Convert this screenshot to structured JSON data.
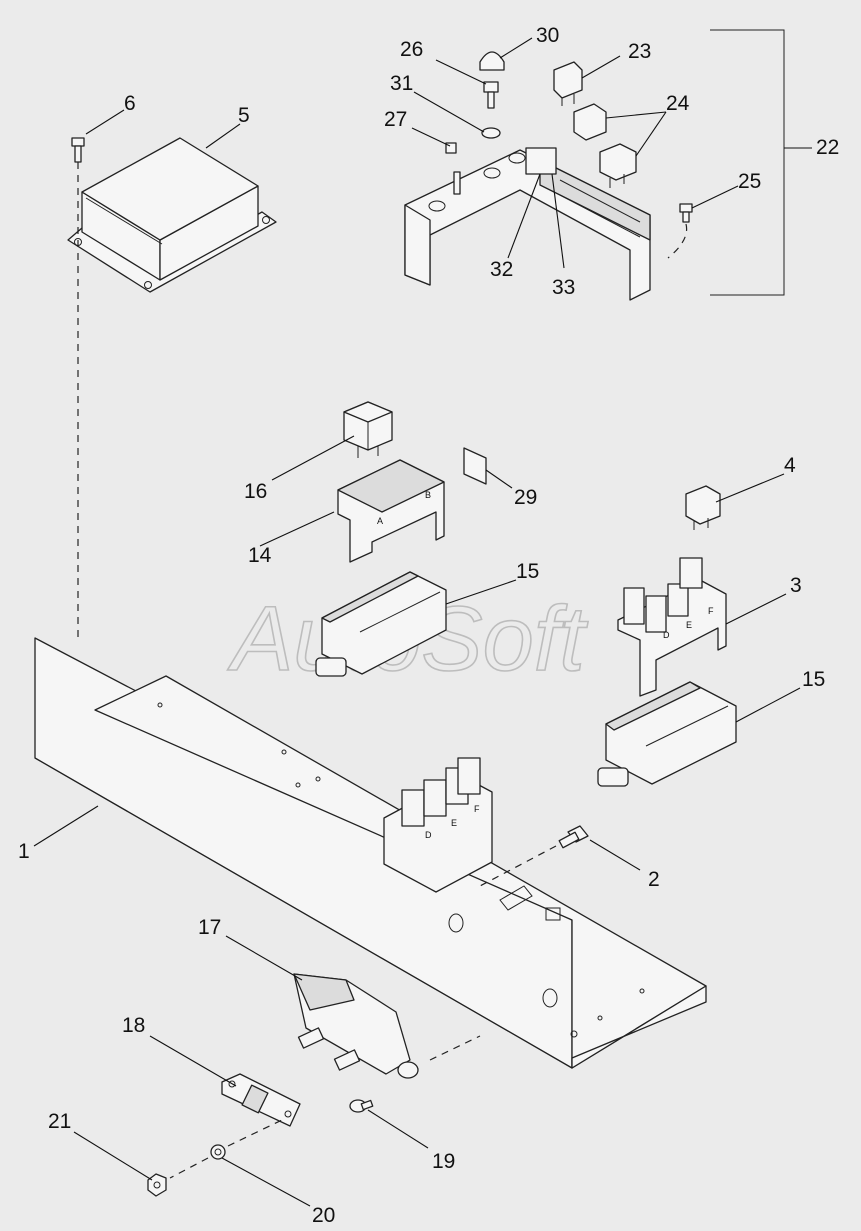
{
  "watermark": "AutoSoft",
  "callouts": [
    {
      "id": "c1",
      "label": "1"
    },
    {
      "id": "c2",
      "label": "2"
    },
    {
      "id": "c3",
      "label": "3"
    },
    {
      "id": "c4",
      "label": "4"
    },
    {
      "id": "c5",
      "label": "5"
    },
    {
      "id": "c6",
      "label": "6"
    },
    {
      "id": "c14",
      "label": "14"
    },
    {
      "id": "c15a",
      "label": "15"
    },
    {
      "id": "c15b",
      "label": "15"
    },
    {
      "id": "c16",
      "label": "16"
    },
    {
      "id": "c17",
      "label": "17"
    },
    {
      "id": "c18",
      "label": "18"
    },
    {
      "id": "c19",
      "label": "19"
    },
    {
      "id": "c20",
      "label": "20"
    },
    {
      "id": "c21",
      "label": "21"
    },
    {
      "id": "c22",
      "label": "22"
    },
    {
      "id": "c23",
      "label": "23"
    },
    {
      "id": "c24",
      "label": "24"
    },
    {
      "id": "c25",
      "label": "25"
    },
    {
      "id": "c26",
      "label": "26"
    },
    {
      "id": "c27",
      "label": "27"
    },
    {
      "id": "c29",
      "label": "29"
    },
    {
      "id": "c30",
      "label": "30"
    },
    {
      "id": "c31",
      "label": "31"
    },
    {
      "id": "c32",
      "label": "32"
    },
    {
      "id": "c33",
      "label": "33"
    }
  ],
  "fuse_block_letters": {
    "block_14": [
      "A",
      "B"
    ],
    "block_3": [
      "D",
      "E",
      "F"
    ],
    "block_mounted": [
      "D",
      "E",
      "F"
    ]
  }
}
